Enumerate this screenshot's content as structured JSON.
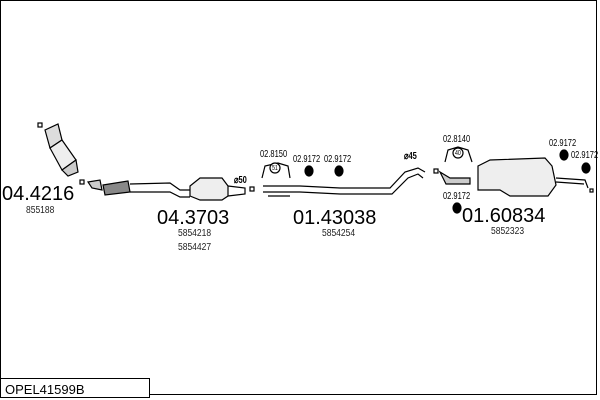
{
  "title": "OPEL41599B",
  "parts": [
    {
      "number": "04.4216",
      "refs": [
        "855188"
      ]
    },
    {
      "number": "04.3703",
      "refs": [
        "5854218",
        "5854427"
      ]
    },
    {
      "number": "01.43038",
      "refs": [
        "5854254"
      ]
    },
    {
      "number": "01.60834",
      "refs": [
        "5852323"
      ]
    }
  ],
  "accessories": {
    "a1": "02.8150",
    "a1_tag": "51",
    "a2": "02.9172",
    "a3": "02.9172",
    "a4": "02.8140",
    "a4_tag": "40",
    "a5": "02.9172",
    "a6": "02.9172",
    "a7": "02.9172"
  },
  "diameters": {
    "d1": "⌀50",
    "d2": "⌀45"
  }
}
